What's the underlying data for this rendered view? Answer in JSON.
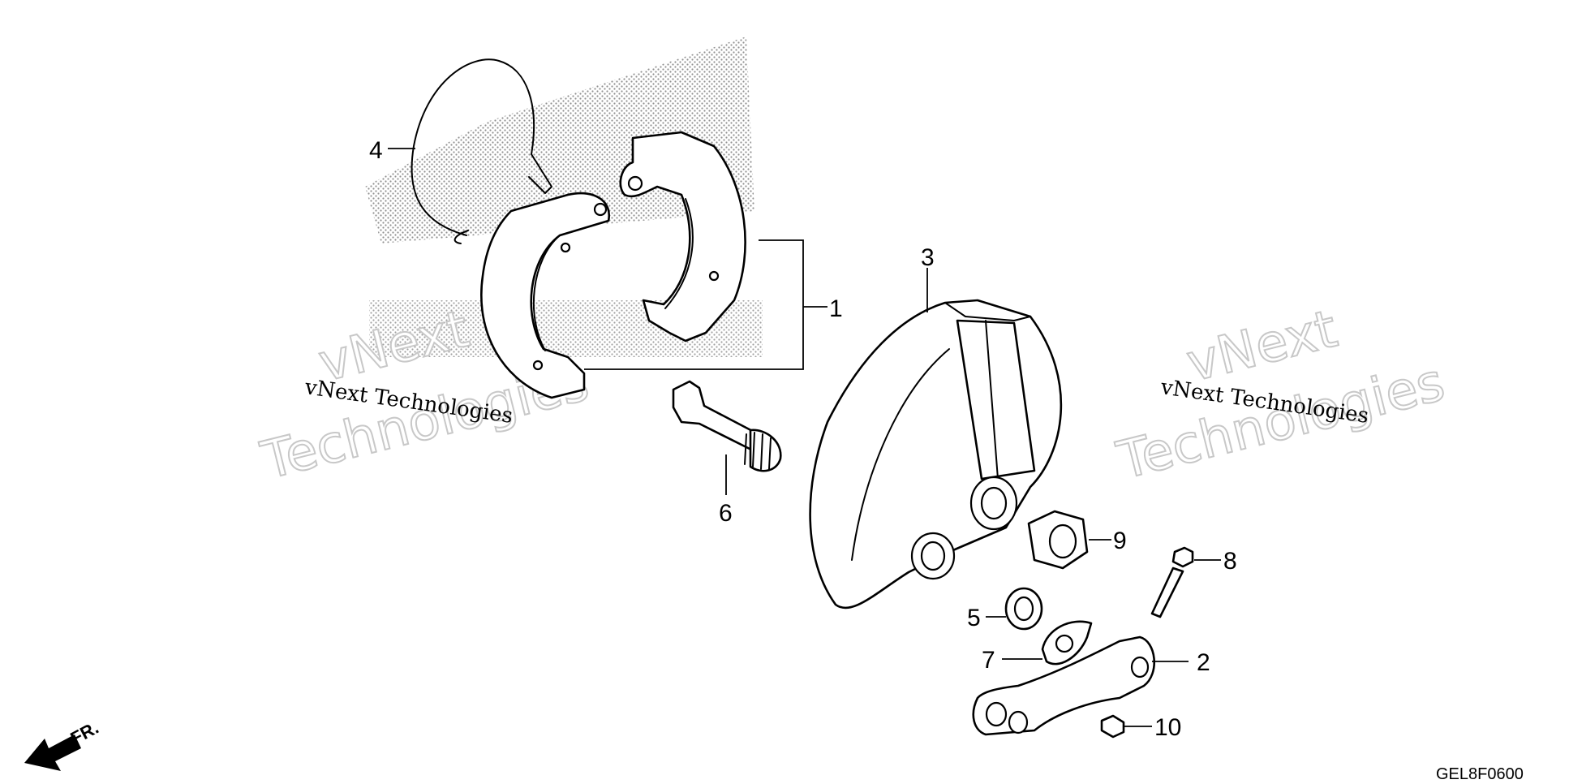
{
  "callouts": {
    "c1": "1",
    "c2": "2",
    "c3": "3",
    "c4": "4",
    "c5": "5",
    "c6": "6",
    "c7": "7",
    "c8": "8",
    "c9": "9",
    "c10": "10"
  },
  "watermark": {
    "line1": "vNext Technologies",
    "big_a": "vNext",
    "big_b": "Technologies"
  },
  "direction_label": "FR.",
  "diagram_code": "GEL8F0600",
  "colors": {
    "ink": "#000000",
    "paper": "#ffffff",
    "watermark": "#c8c8c8"
  }
}
